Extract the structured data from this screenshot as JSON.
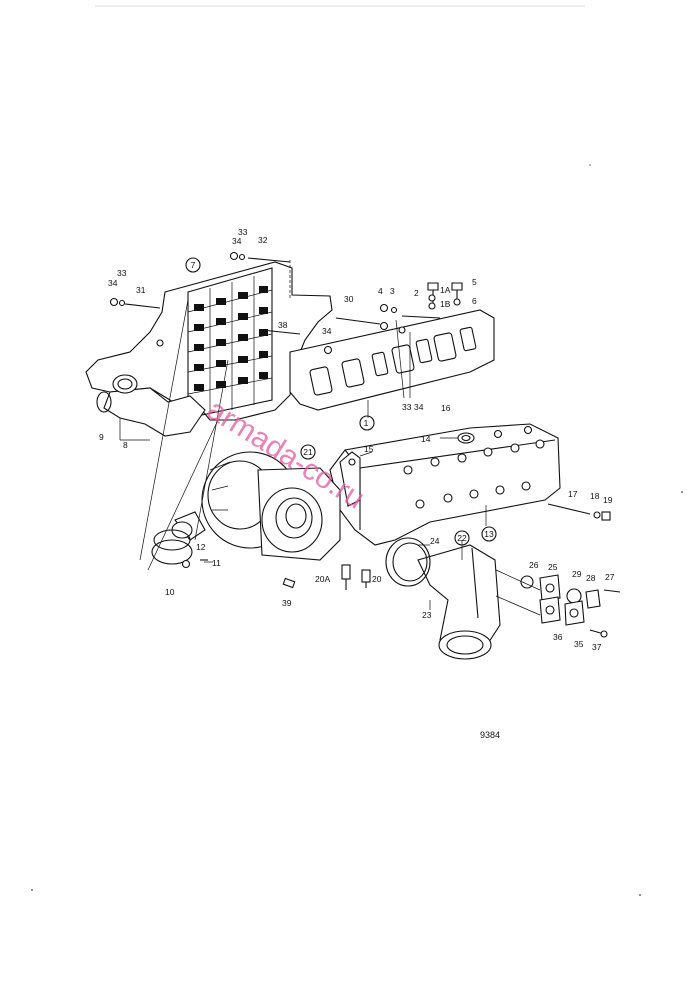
{
  "diagram": {
    "reference": "9384",
    "watermark": "armada-co.ru",
    "labels": {
      "l1": "1",
      "l1a": "1A",
      "l1b": "1B",
      "l2": "2",
      "l3": "3",
      "l4": "4",
      "l5": "5",
      "l6": "6",
      "l7": "7",
      "l8": "8",
      "l9": "9",
      "l10": "10",
      "l11": "11",
      "l12": "12",
      "l13": "13",
      "l14": "14",
      "l15": "15",
      "l16": "16",
      "l17": "17",
      "l18": "18",
      "l19": "19",
      "l20": "20",
      "l20a": "20A",
      "l21": "21",
      "l22": "22",
      "l23": "23",
      "l24": "24",
      "l25": "25",
      "l26": "26",
      "l27": "27",
      "l28": "28",
      "l29": "29",
      "l30": "30",
      "l31": "31",
      "l32": "32",
      "l33a": "33",
      "l33b": "33",
      "l33c": "33",
      "l34a": "34",
      "l34b": "34",
      "l34c": "34",
      "l34d": "34",
      "l35": "35",
      "l36": "36",
      "l37": "37",
      "l38": "38",
      "l39": "39"
    },
    "colors": {
      "ink": "#111111",
      "watermark": "#e25aa0",
      "background": "#ffffff"
    }
  }
}
